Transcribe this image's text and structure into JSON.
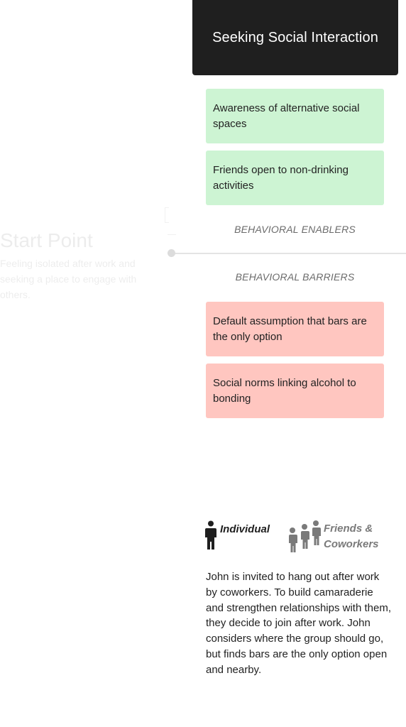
{
  "stage": {
    "title": "Seeking Social Interaction"
  },
  "faded": {
    "title": "Start Point",
    "description": "Feeling isolated after work and seeking a place to engage with others."
  },
  "enablers": {
    "label": "BEHAVIORAL ENABLERS",
    "items": [
      "Awareness of alternative social spaces",
      "Friends open to non-drinking activities"
    ]
  },
  "barriers": {
    "label": "BEHAVIORAL BARRIERS",
    "items": [
      "Default assumption that bars are the only option",
      "Social norms linking alcohol to bonding"
    ]
  },
  "actors": {
    "individual": "Individual",
    "group": "Friends & Coworkers"
  },
  "narrative": "John is invited to hang out after work by coworkers. To build camaraderie and strengthen relationships with them, they decide to join after work. John considers where the group should go, but finds bars are the only option open and nearby.",
  "colors": {
    "header_bg": "#1f1f1f",
    "enabler_bg": "#cdf4d3",
    "barrier_bg": "#ffc6c0",
    "timeline": "#e4e4e4"
  },
  "icons": {
    "individual": "person-icon",
    "group": "group-icon"
  }
}
